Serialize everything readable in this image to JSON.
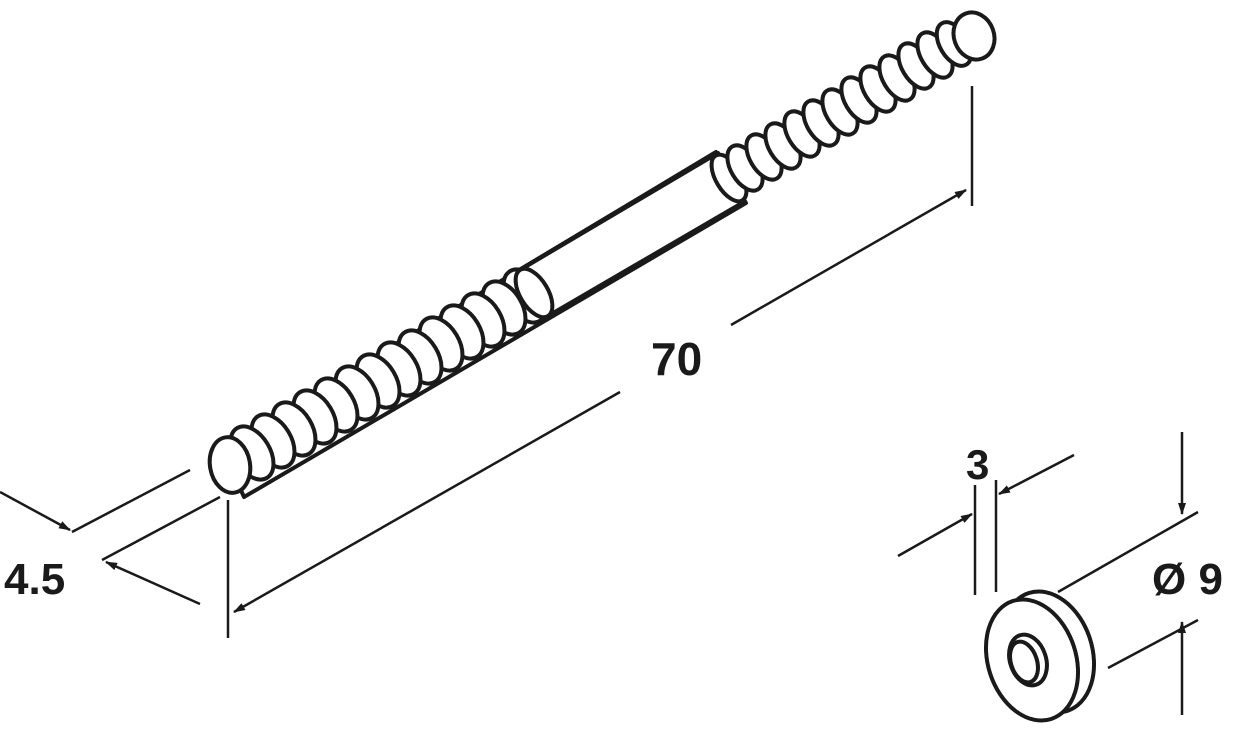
{
  "diagram": {
    "line_color": "#1a1a1a",
    "fill_color": "#ffffff",
    "parts": [
      "double-ended-hanger-bolt",
      "washer"
    ],
    "dimensions": {
      "bolt_length": "70",
      "bolt_diameter": "4.5",
      "washer_thickness": "3",
      "washer_diameter": "Ø 9"
    }
  }
}
